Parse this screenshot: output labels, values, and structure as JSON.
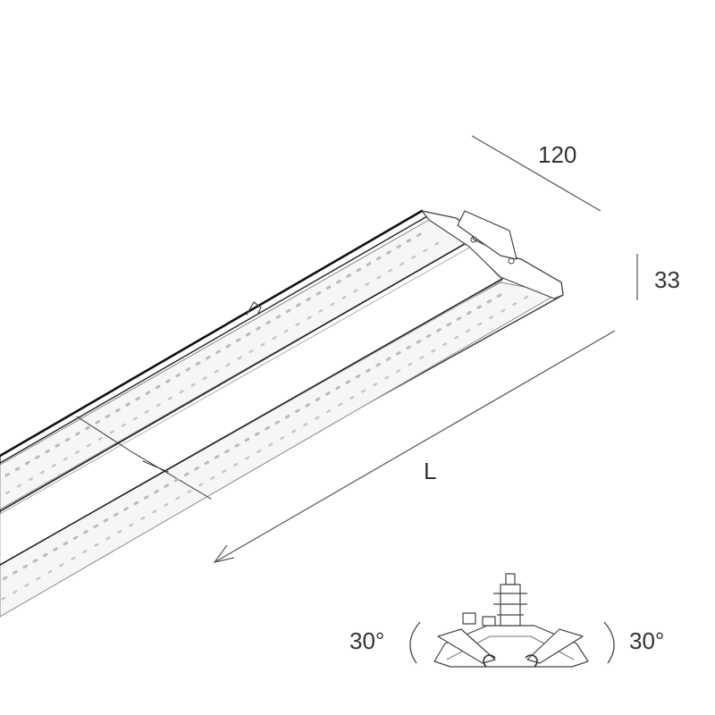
{
  "drawing": {
    "line_color": "#333333",
    "dimensions": {
      "width": "120",
      "height": "33",
      "length": "L"
    },
    "section_view": {
      "tilt_left": "30°",
      "tilt_right": "30°"
    }
  }
}
